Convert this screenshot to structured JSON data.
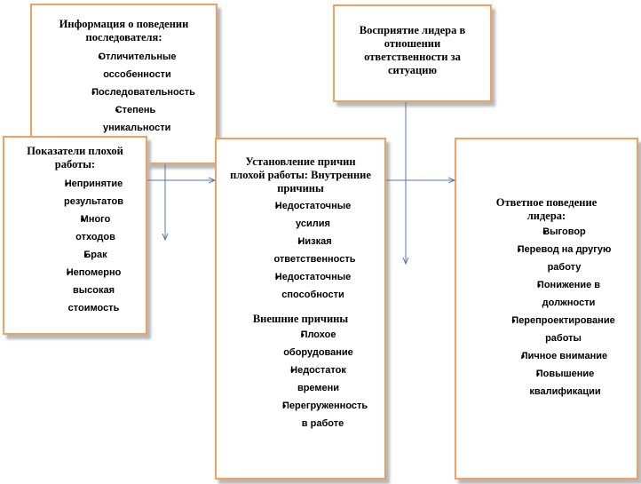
{
  "boxes": {
    "follower_info": {
      "title": "Информация о поведении последователя:",
      "items": [
        "Отличительные оссобенности",
        "Последовательность",
        "Степень уникальности"
      ]
    },
    "leader_perception": {
      "title": "Восприятие лидера в отношении ответственности за ситуацию"
    },
    "poor_indicators": {
      "title": "Показатели плохой работы:",
      "items": [
        "Непринятие результатов",
        "Много отходов",
        "Брак",
        "Непомерно высокая стоимость"
      ]
    },
    "causes": {
      "title": "Установление причин плохой работы: Внутренние причины",
      "internal_items": [
        "Недостаточные усилия",
        "Низкая ответственность",
        "Недостаточные способности"
      ],
      "external_title": "Внешние причины",
      "external_items": [
        "Плохое оборудование",
        "Недостаток времени",
        "Перегруженность в работе"
      ]
    },
    "leader_response": {
      "title": "Ответное поведение лидера:",
      "items": [
        "Выговор",
        "Перевод на другую работу",
        "Понижение в должности",
        "Перепроектирование работы",
        "Личное внимание",
        "Повышение квалификации"
      ]
    }
  },
  "colors": {
    "border": "#f0a060",
    "arrow": "#5577aa",
    "shadow": "#b8b8b8"
  }
}
